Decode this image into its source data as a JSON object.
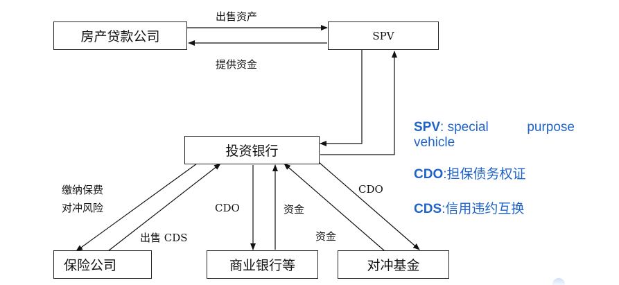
{
  "boxes": {
    "mortgage": "房产贷款公司",
    "spv": "SPV",
    "investment_bank": "投资银行",
    "insurance": "保险公司",
    "commercial_banks": "商业银行等",
    "hedge_fund": "对冲基金"
  },
  "edge_labels": {
    "sell_assets": "出售资产",
    "provide_funds": "提供资金",
    "pay_premium": "缴纳保费",
    "hedge_risk": "对冲风险",
    "sell_cds": "出售 CDS",
    "cdo_commercial": "CDO",
    "funds_commercial": "资金",
    "funds_hedge": "资金",
    "cdo_hedge": "CDO"
  },
  "legend": {
    "spv_term": "SPV",
    "spv_def_1": ": special",
    "spv_def_2": "purpose",
    "spv_def_3": "vehicle",
    "cdo_term": "CDO",
    "cdo_def": ":担保债务权证",
    "cds_term": "CDS",
    "cds_def": ":信用违约互换"
  },
  "colors": {
    "legend_blue": "#1f63c9",
    "line": "#111111"
  }
}
